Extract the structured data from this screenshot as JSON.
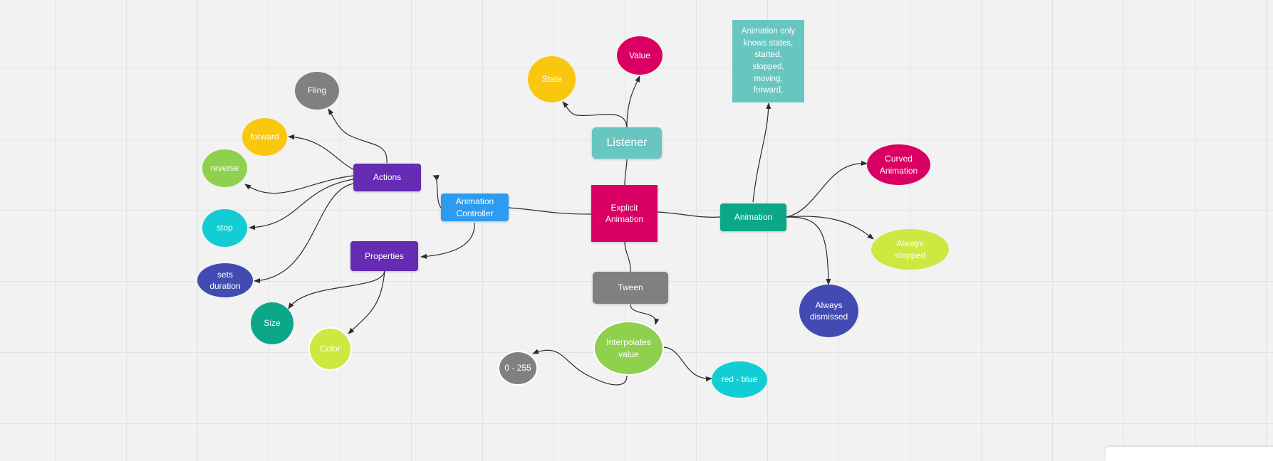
{
  "nodes": {
    "fling": {
      "text": "Fling",
      "color": "#808080"
    },
    "forward": {
      "text": "forward",
      "color": "#fac710"
    },
    "reverse": {
      "text": "reverse",
      "color": "#8fd14f"
    },
    "stop": {
      "text": "stop",
      "color": "#12cdd4"
    },
    "sets_duration": {
      "text": "sets\nduration",
      "color": "#414bb2"
    },
    "actions": {
      "text": "Actions",
      "color": "#652cb3"
    },
    "animation_controller": {
      "text": "Animation\nController",
      "color": "#2d9bf0"
    },
    "properties": {
      "text": "Properties",
      "color": "#652cb3"
    },
    "size": {
      "text": "Size",
      "color": "#0ca789"
    },
    "color": {
      "text": "Color",
      "color": "#cee741"
    },
    "state": {
      "text": "State",
      "color": "#fac710"
    },
    "value": {
      "text": "Value",
      "color": "#da0063"
    },
    "listener": {
      "text": "Listener",
      "color": "#67c6c0"
    },
    "explicit_animation": {
      "text": "Explicit\nAnimation",
      "color": "#da0063"
    },
    "tween": {
      "text": "Tween",
      "color": "#808080"
    },
    "interpolates_value": {
      "text": "Interpolates\nvalue",
      "color": "#8fd14f"
    },
    "range_0_255": {
      "text": "0 - 255",
      "color": "#808080"
    },
    "red_blue": {
      "text": "red - blue",
      "color": "#12cdd4"
    },
    "animation_note": {
      "text": "Animation only\nknows states,\nstarted,\nstopped,\nmoving,\nforward,",
      "color": "#67c6c0"
    },
    "animation": {
      "text": "Animation",
      "color": "#0ca789"
    },
    "curved_animation": {
      "text": "Curved\nAnimation",
      "color": "#da0063"
    },
    "always_stopped": {
      "text": "Always\nstopped",
      "color": "#cee741"
    },
    "always_dismissed": {
      "text": "Always\ndismissed",
      "color": "#414bb2"
    }
  }
}
